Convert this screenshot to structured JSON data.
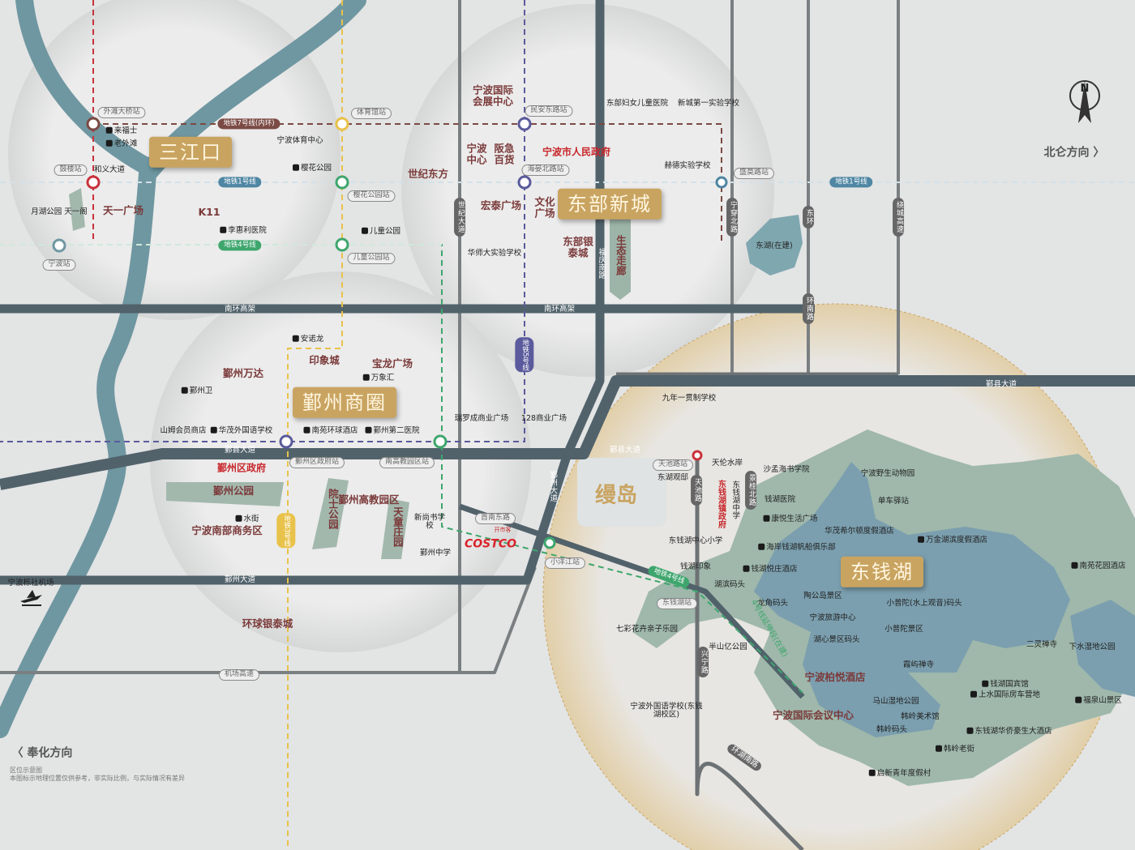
{
  "colors": {
    "road": "#51626b",
    "river": "#6f97a1",
    "badge": "#c9a461",
    "line1": "#4f86a3",
    "line2": "#c8323c",
    "line3": "#e8c24a",
    "line4": "#3ea66d",
    "line5": "#5a5a9c",
    "line7": "#7b4a44",
    "lake": "#7a9eae",
    "land": "#9db5a8"
  },
  "labels": {
    "sjk": "三江口",
    "dbxc": "东部新城",
    "yzsq": "鄞州商圈",
    "dqh": "东钱湖",
    "md": "缦岛",
    "waitan_stn": "外滩大桥站",
    "laifushi": "来福士",
    "laowaitan": "老外滩",
    "tiyuzx": "宁波体育中心",
    "tyg_stn": "体育馆站",
    "l7": "地铁7号线(内环)",
    "gulou_stn": "鼓楼站",
    "heyi": "和义大道",
    "yinghua": "樱花公园",
    "shiji": "世纪东方",
    "l1a": "地铁1号线",
    "yhgy_stn": "樱花公园站",
    "yuehu": "月湖公园 天一阁",
    "tianyi": "天一广场",
    "k11": "K11",
    "lihuili": "李惠利医院",
    "ertong": "儿童公园",
    "l4a": "地铁4号线",
    "etgy_stn": "儿童公园站",
    "nb_stn": "宁波站",
    "huizhan": "宁波国际会展中心",
    "minan_stn": "民安东路站",
    "fuer": "东部妇女儿童医院",
    "xincheng1": "新城第一实验学校",
    "nbzx": "宁波中心",
    "banji": "阪急百货",
    "zhengfu": "宁波市人民政府",
    "haiyan_stn": "海晏北路站",
    "hongtai": "宏泰广场",
    "wenhua": "文化广场",
    "yintai": "东部银泰城",
    "huashi": "华师大实验学校",
    "shengtai": "生态走廊",
    "fuqing": "福庆南路",
    "shijidd": "世纪大道",
    "hede": "赫德实验学校",
    "shengmo_stn": "盛莫路站",
    "l1b": "地铁1号线",
    "ningchuan": "宁穿北路",
    "donghuan": "东环",
    "raocheng": "绕城高速",
    "donghu": "东湖(在建)",
    "nh1": "南环高架",
    "nh2": "南环高架",
    "huannan": "环南路",
    "anuolong": "安诺龙",
    "yinxiang": "印象城",
    "baolong": "宝龙广场",
    "wanxiang": "万象汇",
    "wanda": "鄞州万达",
    "yzw": "鄞州卫",
    "sam": "山姆会员商店",
    "huamao": "华茂外国语学校",
    "nanyuan": "南苑环球酒店",
    "yzey": "鄞州第二医院",
    "yxdd1": "鄞县大道",
    "yxdd2": "鄞县大道",
    "yxdd3": "鄞县大道",
    "yzqzf": "鄞州区政府",
    "yzqzf_stn": "鄞州区政府站",
    "nangao_stn": "南高教园区站",
    "yzgy": "鄞州公园",
    "yuanshi": "院士公园",
    "gaojiao": "鄞州高教园区",
    "tiantong": "天童庄园",
    "xinshang": "新尚书学校",
    "yzzx": "鄞州中学",
    "shuijie": "水街",
    "nanbu": "宁波南部商务区",
    "l3": "地铁3号线",
    "yzdd1": "鄞州大道",
    "yzdd2": "鄞州大道",
    "airport": "宁波栎社机场",
    "huanqiu": "环球银泰城",
    "jichang": "机场高速",
    "l5": "地铁5号线",
    "ruoluo": "瑞罗成商业广场",
    "s128": "128商业广场",
    "shounan": "首南东路",
    "xiaoyang_stn": "小洋江站",
    "costco": "COSTCO",
    "kaishike": "开市客",
    "jiunian": "九年一贯制学校",
    "tianchi_stn": "天池路站",
    "donghuguandi": "东湖观邸",
    "tianchilu": "天池路",
    "tianlun": "天伦水岸",
    "dqhzf": "东钱湖镇政府",
    "dqhzx": "东钱湖中学",
    "jinggui": "景桂北路",
    "shameng": "沙孟海书学院",
    "qianhuyy": "钱湖医院",
    "kangyue": "康悦生活广场",
    "zoo": "宁波野生动物园",
    "danche": "单车驿站",
    "hilton": "华茂希尔顿度假酒店",
    "wanjin": "万金湖滨度假酒店",
    "fanchuan": "海岸钱湖帆船俱乐部",
    "yuezhuang": "钱湖悦庄酒店",
    "nanyuanhs": "南苑花园酒店",
    "hubin": "湖滨码头",
    "longjiao": "龙角码头",
    "taogong": "陶公岛景区",
    "youke": "宁波旅游中心",
    "xiaoputuo": "小普陀(水上观音)码头",
    "xiaoputuojq": "小普陀景区",
    "erling": "二灵禅寺",
    "xiashui": "下水湿地公园",
    "huxin": "湖心景区码头",
    "xiayu": "霞屿禅寺",
    "dqhxx": "东钱湖中心小学",
    "qianhuyin": "钱湖印象",
    "l4b": "地铁4号线",
    "dqh_stn": "东钱湖站",
    "qicai": "七彩花卉亲子乐园",
    "banshan": "半山亿公园",
    "xingning": "兴宁路",
    "baiyue": "宁波柏悦酒店",
    "huiyi": "宁波国际会议中心",
    "guobin": "钱湖国宾馆",
    "shangshui": "上水国际房车营地",
    "mashan": "马山湿地公园",
    "hanlingmsg": "韩岭美术馆",
    "hanlingmt": "韩岭码头",
    "haosheng": "东钱湖华侨豪生大酒店",
    "hanlinglj": "韩岭老街",
    "qixin": "启新青年度假村",
    "waiyu": "宁波外国语学校(东钱湖校区)",
    "huanhu": "环湖南路",
    "fuquan": "福泉山景区",
    "l4ext": "4号线延伸段(在建)",
    "beilun": "北仑方向 〉",
    "fenghua": "〈 奉化方向",
    "north": "N",
    "note1": "区位示意图",
    "note2": "本图标示地理位置仅供参考，非实际比例，与实际情况有差异"
  }
}
